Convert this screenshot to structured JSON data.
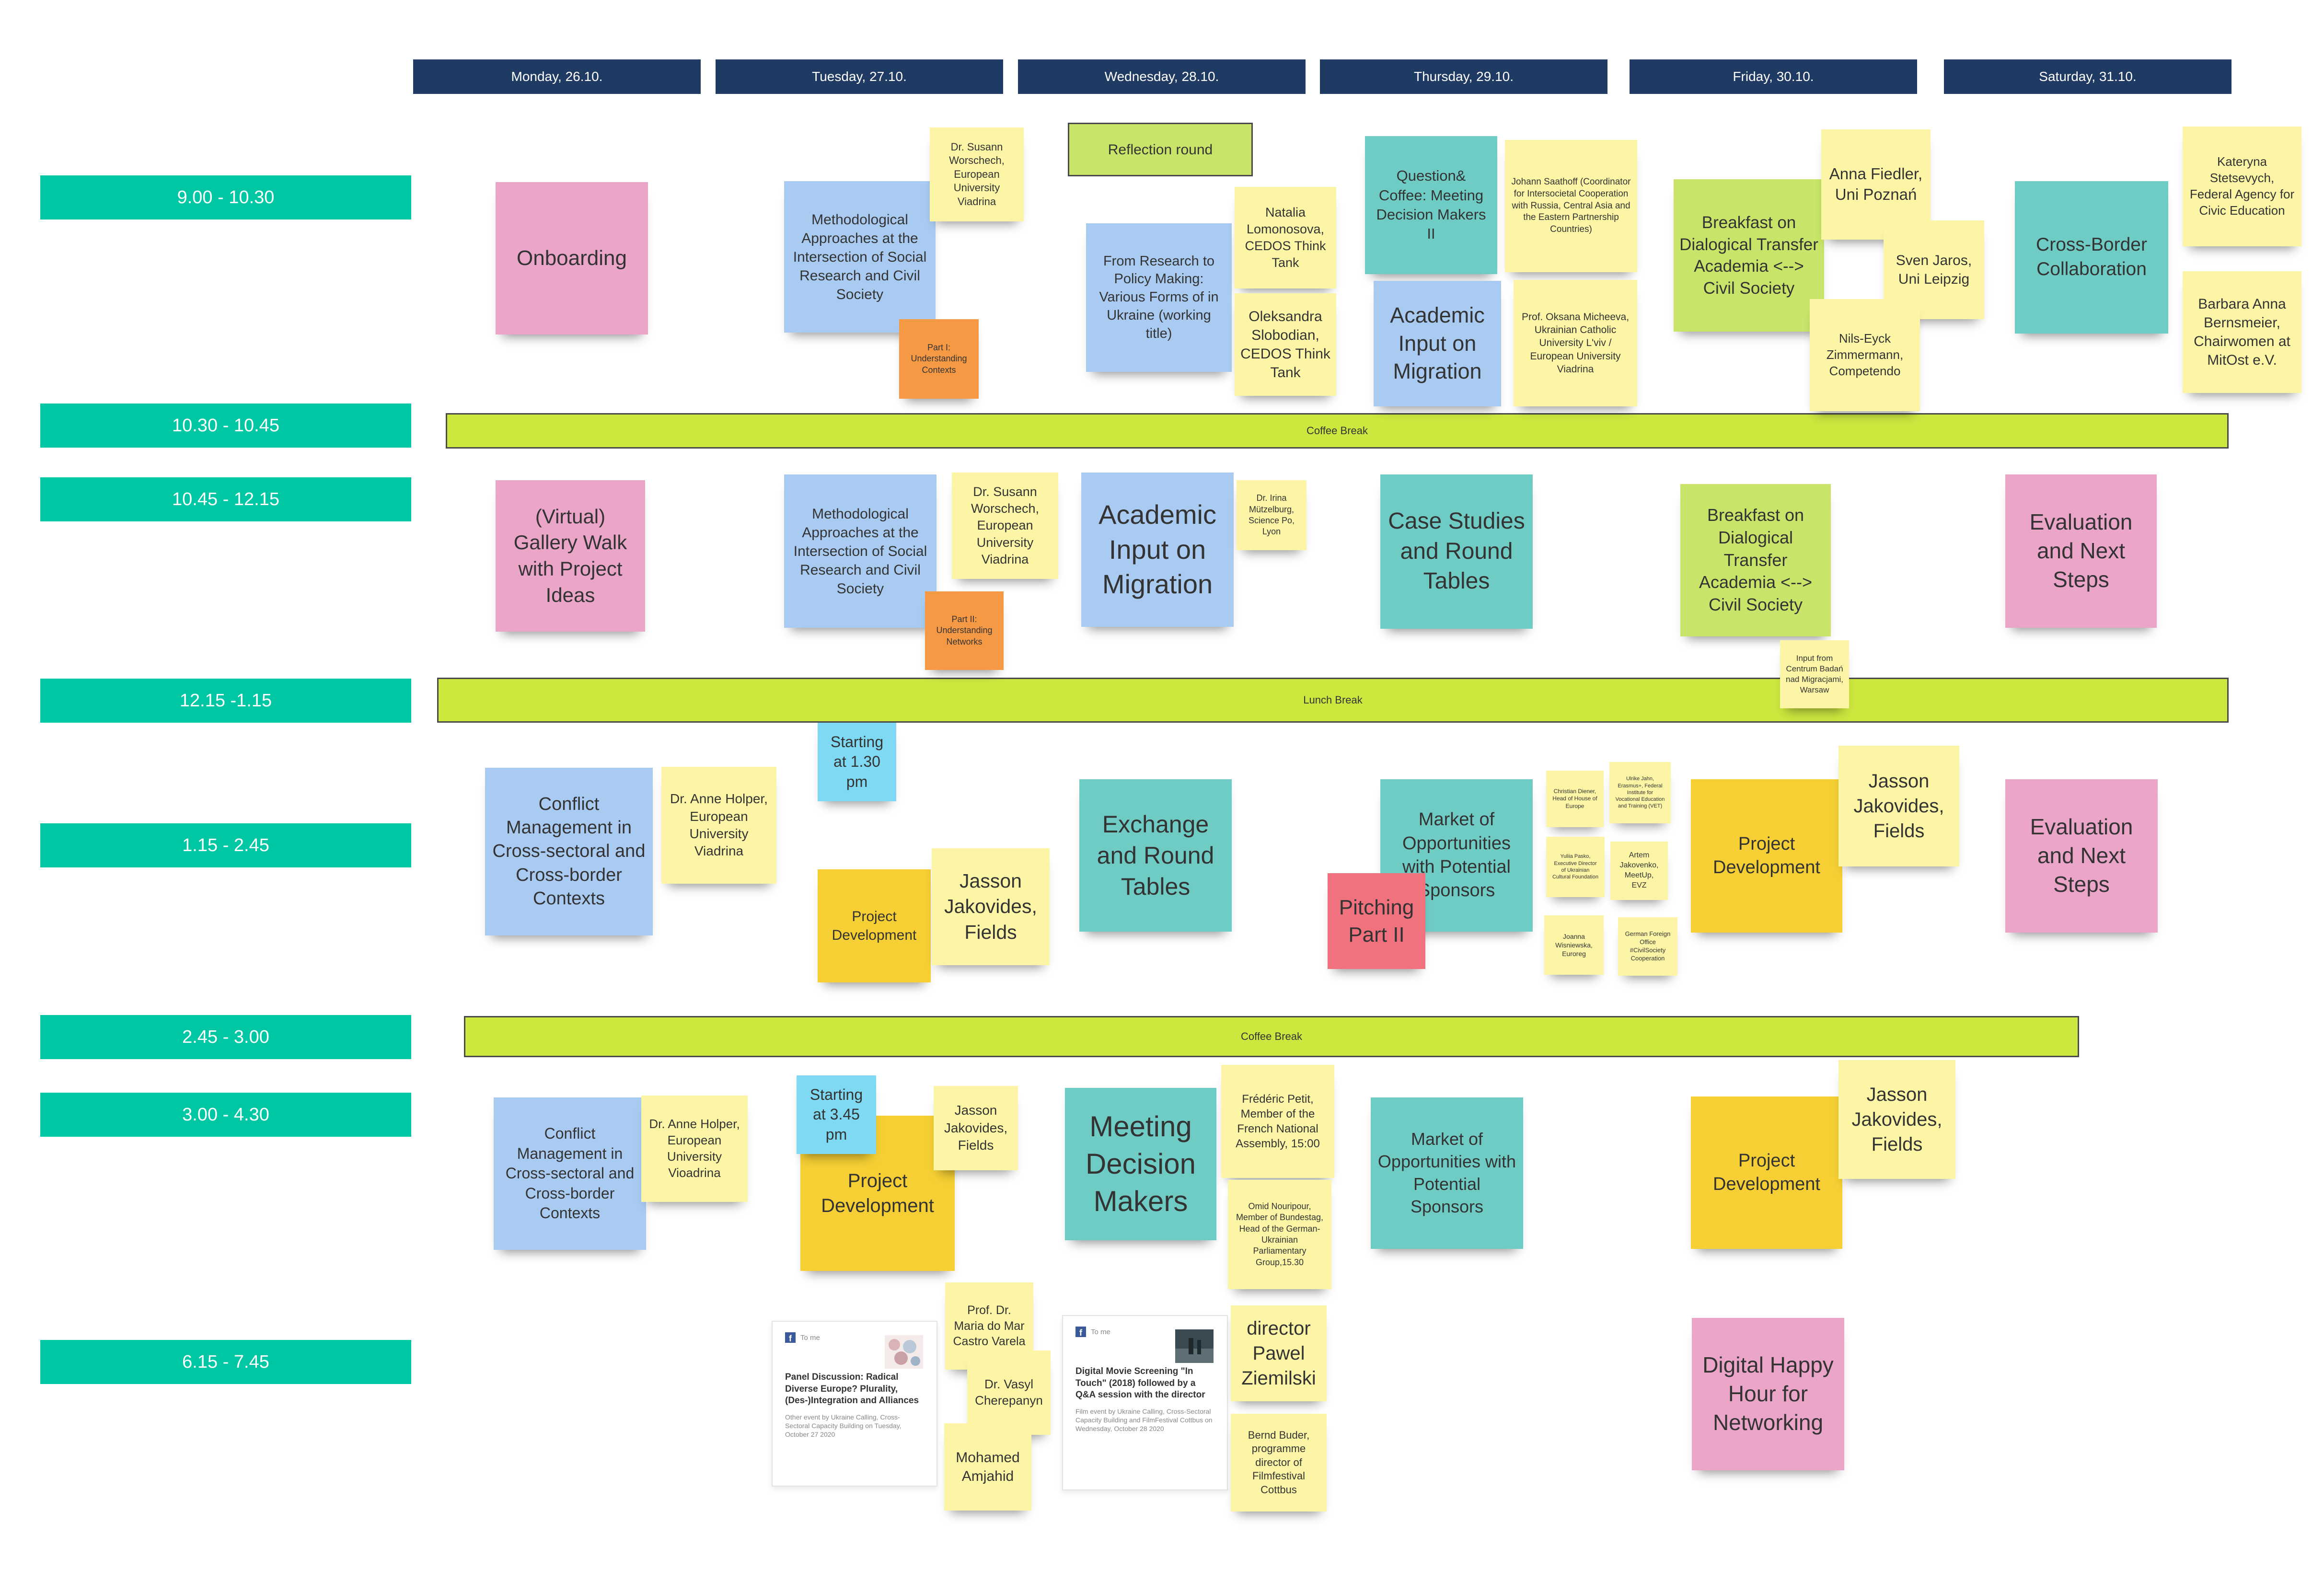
{
  "days": [
    "Monday, 26.10.",
    "Tuesday, 27.10.",
    "Wednesday, 28.10.",
    "Thursday, 29.10.",
    "Friday, 30.10.",
    "Saturday, 31.10."
  ],
  "times": [
    "9.00 - 10.30",
    "10.30 - 10.45",
    "10.45 - 12.15",
    "12.15 -1.15",
    "1.15 - 2.45",
    "2.45 - 3.00",
    "3.00 - 4.30",
    "6.15 - 7.45"
  ],
  "breaks": {
    "coffee1": "Coffee Break",
    "lunch": "Lunch Break",
    "coffee2": "Coffee Break"
  },
  "colors": {
    "day_header": "#1f3b63",
    "time_slot": "#00c7a3",
    "break_bar": "#cde73f",
    "pink": "#eba5c9",
    "blue": "#a9cbf2",
    "yellow": "#fdf5a6",
    "teal": "#6fccc4",
    "green": "#c8e56a",
    "gold": "#f5cf33",
    "orange": "#f59945",
    "red": "#f0727e",
    "cyan": "#7fd9f2"
  },
  "notes": {
    "n01": "Onboarding",
    "n02": "Methodological Approaches at the Intersection of Social Research and Civil Society",
    "n03": "Dr. Susann Worschech, European University Viadrina",
    "n04": "Part I: Understanding Contexts",
    "n05": "Reflection round",
    "n06": "From Research to Policy Making: Various Forms of in Ukraine (working title)",
    "n07": "Natalia Lomonosova, CEDOS Think Tank",
    "n08": "Oleksandra Slobodian, CEDOS Think Tank",
    "n09": "Question& Coffee: Meeting Decision Makers II",
    "n10": "Academic Input on Migration",
    "n11": "Johann Saathoff (Coordinator for Intersocietal Cooperation with Russia, Central Asia and the Eastern Partnership Countries)",
    "n12": "Prof. Oksana Micheeva, Ukrainian Catholic University L'viv / European University Viadrina",
    "n13": "Breakfast on Dialogical Transfer Academia <--> Civil Society",
    "n14": "Anna Fiedler, Uni Poznań",
    "n15": "Sven Jaros, Uni Leipzig",
    "n16": "Nils-Eyck Zimmermann, Competendo",
    "n17": "Cross-Border Collaboration",
    "n18": "Kateryna Stetsevych, Federal Agency for Civic Education",
    "n19": "Barbara Anna Bernsmeier, Chairwomen at MitOst e.V.",
    "n20": "(Virtual) Gallery Walk with Project Ideas",
    "n21": "Methodological Approaches at the Intersection of Social Research and Civil Society",
    "n22": "Dr. Susann Worschech, European University Viadrina",
    "n23": "Part II: Understanding Networks",
    "n24": "Academic Input on Migration",
    "n25": "Dr. Irina Mützelburg, Science Po, Lyon",
    "n26": "Case Studies and Round Tables",
    "n27": "Breakfast on Dialogical Transfer Academia <--> Civil Society",
    "n28": "Input from Centrum Badań nad Migracjami, Warsaw",
    "n29": "Evaluation and Next Steps",
    "n30": "Conflict Management in Cross-sectoral and Cross-border Contexts",
    "n31": "Dr. Anne Holper, European University Viadrina",
    "n32": "Starting at 1.30 pm",
    "n33": "Project Development",
    "n34": "Jasson Jakovides, Fields",
    "n35": "Exchange and Round Tables",
    "n36": "Market of Opportunities with Potential Sponsors",
    "n37": "Pitching Part II",
    "n38": "Christian Diener, Head of House of Europe",
    "n39": "Ulrike Jahn, Erasmus+, Federal Institute for Vocational Education and Training (VET)",
    "n40": "Yuliia Pasko, Executive Director of Ukrainian Cultural Foundation",
    "n41": "Artem Jakovenko, MeetUp, EVZ",
    "n42": "Joanna Wisniewska, Euroreg",
    "n43": "German Foreign Office #CivilSociety Cooperation",
    "n44": "Project Development",
    "n45": "Jasson Jakovides, Fields",
    "n46": "Evaluation and Next Steps",
    "n47": "Conflict Management in Cross-sectoral and Cross-border Contexts",
    "n48": "Dr. Anne Holper, European University Vioadrina",
    "n49": "Starting at 3.45 pm",
    "n50": "Project Development",
    "n51": "Jasson Jakovides, Fields",
    "n52": "Meeting Decision Makers",
    "n53": "Frédéric Petit, Member of the French National Assembly, 15:00",
    "n54": "Omid Nouripour, Member of Bundestag, Head of the German-Ukrainian Parliamentary Group,15.30",
    "n55": "Market of Opportunities with Potential Sponsors",
    "n56": "Project Development",
    "n57": "Jasson Jakovides, Fields",
    "n58": "Prof. Dr. Maria do Mar Castro Varela",
    "n59": "Dr. Vasyl Cherepanyn",
    "n60": "Mohamed Amjahid",
    "n61": "director Pawel Ziemilski",
    "n62": "Bernd Buder, programme director of Filmfestival Cottbus",
    "n63": "Digital Happy Hour for Networking"
  },
  "events": [
    {
      "source": "To me",
      "title": "Panel Discussion: Radical Diverse Europe? Plurality, (Des-)Integration and Alliances",
      "subtitle": "Other event by Ukraine Calling, Cross-Sectoral Capacity Building on Tuesday, October 27 2020"
    },
    {
      "source": "To me",
      "title": "Digital Movie Screening \"In Touch\" (2018) followed by a Q&A session with the director",
      "subtitle": "Film event by Ukraine Calling, Cross-Sectoral Capacity Building and FilmFestival Cottbus on Wednesday, October 28 2020"
    }
  ],
  "icons": {
    "facebook": "facebook-icon"
  }
}
